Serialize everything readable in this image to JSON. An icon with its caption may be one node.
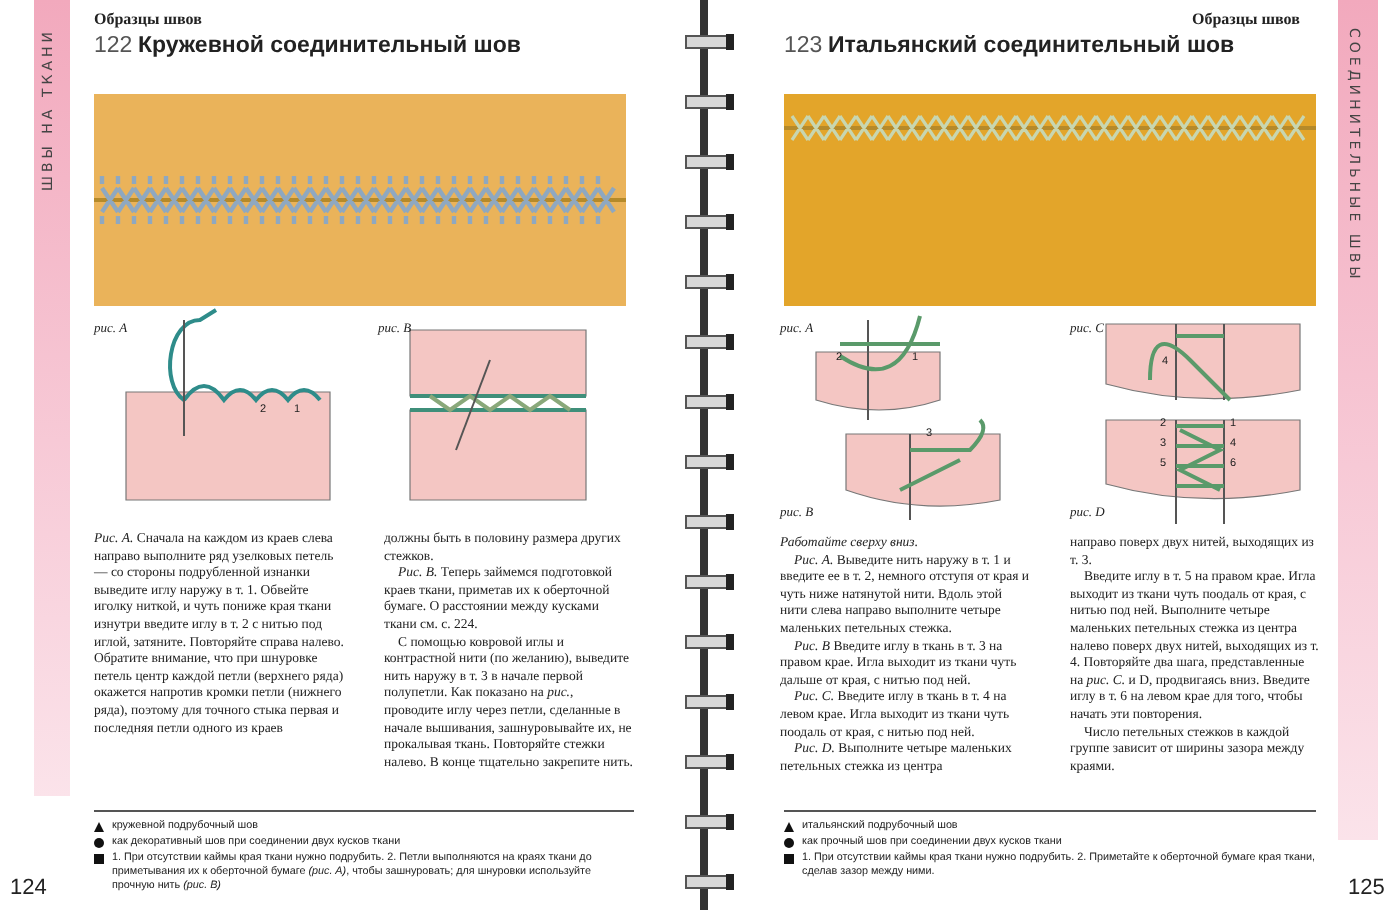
{
  "diagram": {
    "labels": [
      "ШВЫ НА ТКАНИ",
      "Образцы швов",
      "122",
      "Кружевной соединительный шов",
      "рис. А",
      "2",
      "1",
      "рис. В",
      "*Рис. А.* Сначала на каждом из краев слева направо выполните ряд узелковых петель — со стороны подрубленной изнанки выведите иглу наружу в т. 1. Обвейте иголку ниткой, и чуть пониже края ткани изнутри введите иглу в т. 2 с нитью под иглой, затяните. Повторяйте справа налево. Обратите внимание, что при шнуровке петель центр каждой петли (верхнего ряда) окажется напротив кромки петли (нижнего ряда), поэтому для точного стыка первая и последняя петли одного из краев",
      "должны быть в половину размера других стежков.",
      "*Рис. В.* Теперь займемся подготовкой краев ткани, приметав их к оберточной бумаге. О расстоянии между кусками ткани см. с. 224.",
      "С помощью ковровой иглы и контрастной нити (по желанию), выведите нить наружу в т. 3 в начале первой полупетли. Как показано на *рис.*, проводите иглу через петли, сделанные в начале вышивания, зашнуровывайте их, не прокалывая ткань. Повторяйте стежки налево. В конце тщательно закрепите нить.",
      "кружевной подрубочный шов",
      "как декоративный шов при соединении двух кусков ткани",
      "1. При отсутствии каймы края ткани нужно подрубить. 2. Петли выполняются на краях ткани до приметывания их к оберточной бумаге *(рис. А)*, чтобы зашнуровать; для шнуровки используйте прочную нить *(рис. В)*",
      "124",
      "Образцы швов",
      "123",
      "Итальянский соединительный шов",
      "СОЕДИНИТЕЛЬНЫЕ ШВЫ",
      "рис. А",
      "2",
      "1",
      "рис. С",
      "4",
      "3",
      "рис. В",
      "2",
      "1",
      "3",
      "4",
      "5",
      "6",
      "рис. D",
      "Работайте сверху вниз.",
      "*Рис. А.* Выведите нить наружу в т. 1 и введите ее в т. 2, немного отступя от края и чуть ниже натянутой нити. Вдоль этой нити слева направо выполните четыре маленьких петельных стежка.",
      "*Рис. В* Введите иглу в ткань в т. 3 на правом крае. Игла выходит из ткани чуть дальше от края, с нитью под ней.",
      "*Рис. С.* Введите иглу в ткань в т. 4 на левом крае. Игла выходит из ткани чуть поодаль от края, с нитью под ней.",
      "*Рис. D.* Выполните четыре маленьких петельных стежка из центра",
      "направо поверх двух нитей, выходящих из т. 3.",
      "Введите иглу в т. 5 на правом крае. Игла выходит из ткани чуть поодаль от края, с нитью под ней. Выполните четыре маленьких петельных стежка из центра налево поверх двух нитей, выходящих из т. 4. Повторяйте два шага, представленные на *рис. С.* и D, продвигаясь вниз. Введите иглу в т. 6 на левом крае для того, чтобы начать эти повторения.",
      "Число петельных стежков в каждой группе зависит от ширины зазора между краями.",
      "итальянский подрубочный шов",
      "как прочный шов при соединении двух кусков ткани",
      "1. При отсутствии каймы края ткани нужно подрубить. 2. Приметайте к оберточной бумаге края ткани, сделав зазор между ними.",
      "125"
    ]
  }
}
